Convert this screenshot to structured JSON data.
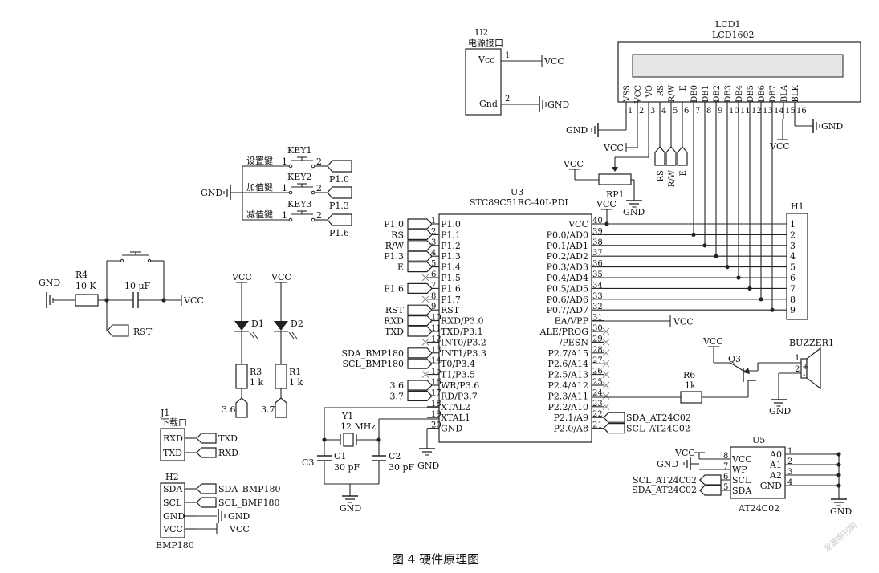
{
  "caption": "图 4   硬件原理图",
  "watermark": "龙源期刊网",
  "power": {
    "vcc": "VCC",
    "gnd": "GND"
  },
  "u2": {
    "ref": "U2",
    "name": "电源接口",
    "pins": [
      "Vcc",
      "Gnd"
    ],
    "nums": [
      "1",
      "2"
    ]
  },
  "lcd": {
    "ref": "LCD1",
    "name": "LCD1602",
    "pins": [
      "VSS",
      "VCC",
      "VO",
      "RS",
      "R/W",
      "E",
      "DB0",
      "DB1",
      "DB2",
      "DB3",
      "DB4",
      "DB5",
      "DB6",
      "DB7",
      "BLA",
      "BLK"
    ],
    "nums": [
      "1",
      "2",
      "3",
      "4",
      "5",
      "6",
      "7",
      "8",
      "9",
      "10",
      "11",
      "12",
      "13",
      "14",
      "15",
      "16"
    ],
    "ports": [
      "RS",
      "R/W",
      "E"
    ]
  },
  "rp1": {
    "ref": "RP1"
  },
  "h1": {
    "ref": "H1",
    "nums": [
      "1",
      "2",
      "3",
      "4",
      "5",
      "6",
      "7",
      "8",
      "9"
    ]
  },
  "u3": {
    "ref": "U3",
    "name": "STC89C51RC-40I-PDI",
    "left_pins": [
      "P1.0",
      "P1.1",
      "P1.2",
      "P1.3",
      "P1.4",
      "P1.5",
      "P1.6",
      "P1.7",
      "RST",
      "RXD/P3.0",
      "TXD/P3.1",
      "INT0/P3.2",
      "INT1/P3.3",
      "T0/P3.4",
      "T1/P3.5",
      "WR/P3.6",
      "RD/P3.7",
      "XTAL2",
      "XTAL1",
      "GND"
    ],
    "left_nums": [
      "1",
      "2",
      "3",
      "4",
      "5",
      "6",
      "7",
      "8",
      "9",
      "10",
      "11",
      "12",
      "13",
      "14",
      "15",
      "16",
      "17",
      "18",
      "19",
      "20"
    ],
    "left_nets": [
      "P1.0",
      "RS",
      "R/W",
      "P1.3",
      "E",
      "",
      "P1.6",
      "",
      "RST",
      "RXD",
      "TXD",
      "",
      "SDA_BMP180",
      "SCL_BMP180",
      "",
      "3.6",
      "3.7",
      "",
      "",
      ""
    ],
    "right_pins": [
      "VCC",
      "P0.0/AD0",
      "P0.1/AD1",
      "P0.2/AD2",
      "P0.3/AD3",
      "P0.4/AD4",
      "P0.5/AD5",
      "P0.6/AD6",
      "P0.7/AD7",
      "EA/VPP",
      "ALE/PROG",
      "/PESN",
      "P2.7/A15",
      "P2.6/A14",
      "P2.5/A13",
      "P2.4/A12",
      "P2.3/A11",
      "P2.2/A10",
      "P2.1/A9",
      "P2.0/A8"
    ],
    "right_nums": [
      "40",
      "39",
      "38",
      "37",
      "36",
      "35",
      "34",
      "33",
      "32",
      "31",
      "30",
      "29",
      "28",
      "27",
      "26",
      "25",
      "24",
      "23",
      "22",
      "21"
    ],
    "right_nets": [
      "",
      "",
      "",
      "",
      "",
      "",
      "",
      "",
      "",
      "VCC",
      "",
      "",
      "",
      "",
      "",
      "",
      "",
      "",
      "SDA_AT24C02",
      "SCL_AT24C02"
    ]
  },
  "keys": {
    "names": [
      "KEY1",
      "KEY2",
      "KEY3"
    ],
    "labels": [
      "设置键",
      "加值键",
      "减值键"
    ],
    "nets": [
      "P1.0",
      "P1.3",
      "P1.6"
    ],
    "pin1": "1",
    "pin2": "2"
  },
  "reset": {
    "r_ref": "R4",
    "r_val": "10 K",
    "c_val": "10 μF",
    "net": "RST"
  },
  "leds": {
    "refs": [
      "D1",
      "D2"
    ],
    "res": [
      "R3",
      "R1"
    ],
    "vals": [
      "1 k",
      "1 k"
    ],
    "nets": [
      "3.6",
      "3.7"
    ]
  },
  "crystal": {
    "ref": "Y1",
    "val": "12 MHz",
    "c_refs": [
      "C1",
      "C2",
      "C3"
    ],
    "c_val": "30 pF"
  },
  "buzzer": {
    "ref": "BUZZER1",
    "q_ref": "Q3",
    "r_ref": "R6",
    "r_val": "1k",
    "pins": [
      "1",
      "2"
    ],
    "plus": "+",
    "minus": "-"
  },
  "u5": {
    "ref": "U5",
    "name": "AT24C02",
    "left_pins": [
      "VCC",
      "WP",
      "SCL",
      "SDA"
    ],
    "left_nums": [
      "8",
      "7",
      "6",
      "5"
    ],
    "right_pins": [
      "A0",
      "A1",
      "A2",
      "GND"
    ],
    "right_nums": [
      "1",
      "2",
      "3",
      "4"
    ],
    "nets": [
      "SCL_AT24C02",
      "SDA_AT24C02"
    ]
  },
  "j1": {
    "ref": "J1",
    "name": "下载口",
    "pins": [
      "RXD",
      "TXD"
    ],
    "nets": [
      "TXD",
      "RXD"
    ]
  },
  "h2": {
    "ref": "H2",
    "name": "BMP180",
    "pins": [
      "SDA",
      "SCL",
      "GND",
      "VCC"
    ],
    "nets": [
      "SDA_BMP180",
      "SCL_BMP180",
      "GND",
      "VCC"
    ]
  }
}
